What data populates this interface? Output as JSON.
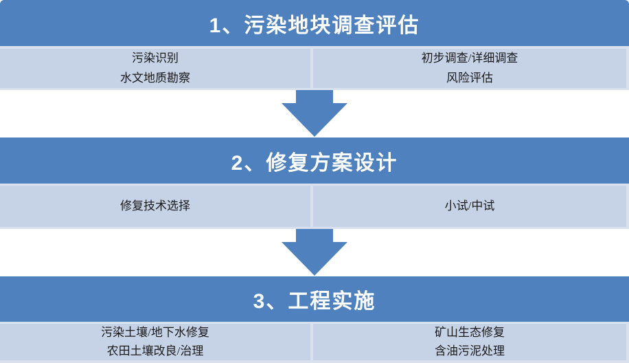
{
  "colors": {
    "header_blue": "#4e81bd",
    "body_light": "#c6d2e6",
    "separator_light": "#d9e1ef",
    "arrow_blue": "#4e81bd",
    "text_dark": "#1a1a1a",
    "text_light": "#ffffff",
    "background": "#ffffff"
  },
  "stages": [
    {
      "header": "1、污染地块调查评估",
      "left_items": [
        "污染识别",
        "水文地质勘察"
      ],
      "right_items": [
        "初步调查/详细调查",
        "风险评估"
      ]
    },
    {
      "header": "2、修复方案设计",
      "left_items": [
        "修复技术选择"
      ],
      "right_items": [
        "小试/中试"
      ]
    },
    {
      "header": "3、工程实施",
      "left_items": [
        "污染土壤/地下水修复",
        "农田土壤改良/治理"
      ],
      "right_items": [
        "矿山生态修复",
        "含油污泥处理"
      ]
    }
  ]
}
